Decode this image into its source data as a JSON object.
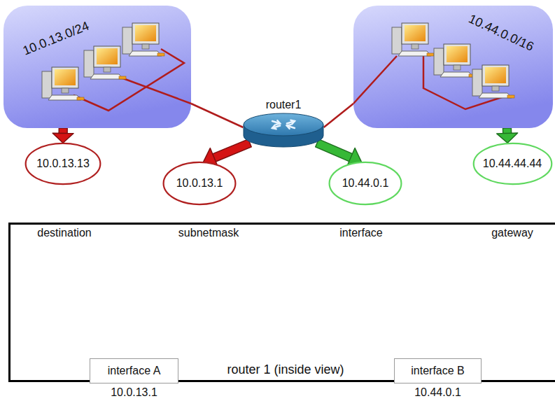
{
  "diagram": {
    "nodes": [
      {
        "text": [
          "10.0.13.0/24"
        ]
      },
      {
        "text": [
          "10.0.13.13"
        ]
      },
      {
        "text": [
          "router1"
        ]
      },
      {
        "text": [
          "10.0.13.1"
        ]
      },
      {
        "text": [
          "10.44.0.1"
        ]
      },
      {
        "text": [
          "10.44.0.0/16"
        ]
      },
      {
        "text": [
          "10.44.44.44"
        ]
      },
      {
        "text": [
          "router 1 (inside view)"
        ]
      },
      {
        "text": [
          "interface A",
          "10.0.13.1"
        ],
        "in": 7
      },
      {
        "text": [
          "interface B",
          "10.44.0.1"
        ],
        "in": 7
      }
    ],
    "edges": [
      {
        "from": 0,
        "to": 1,
        "arrow": "to"
      },
      {
        "from": 0,
        "to": 2,
        "arrow": "none"
      },
      {
        "from": 2,
        "to": 3,
        "arrow": "to"
      },
      {
        "from": 2,
        "to": 4,
        "arrow": "to"
      },
      {
        "from": 5,
        "to": 2,
        "arrow": "none"
      },
      {
        "from": 5,
        "to": 6,
        "arrow": "to"
      }
    ],
    "labels": [
      "destination",
      "subnetmask",
      "interface",
      "gateway"
    ]
  }
}
